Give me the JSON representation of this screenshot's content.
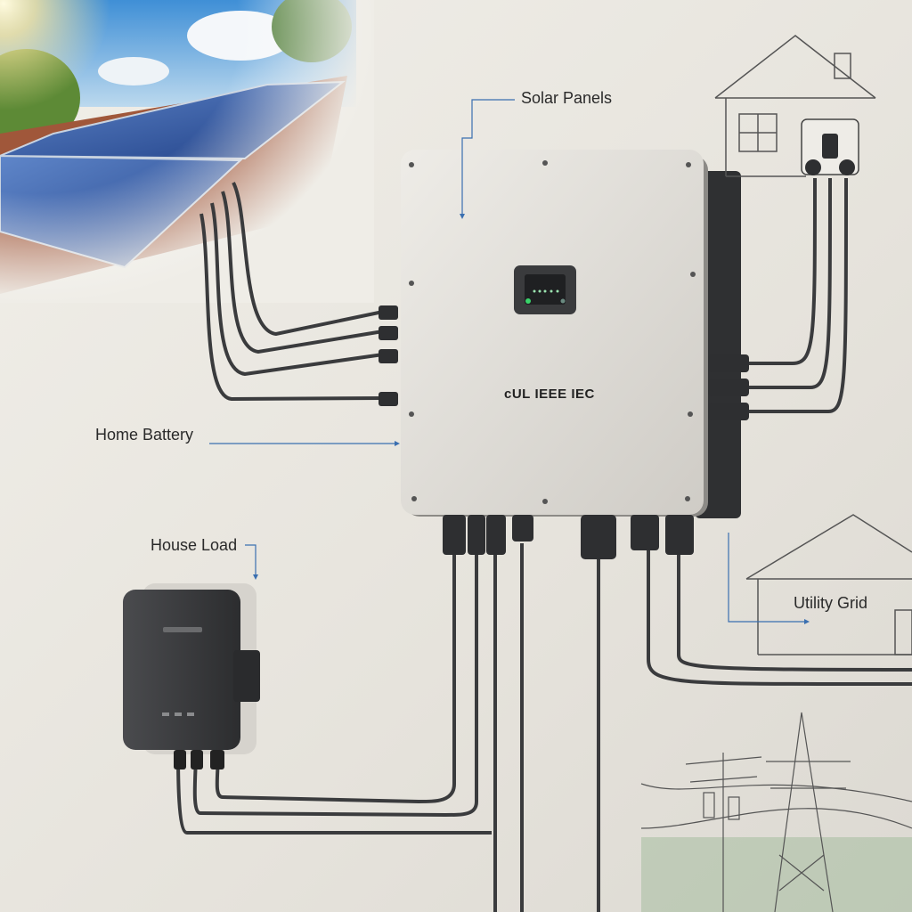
{
  "labels": {
    "solar_panels": "Solar Panels",
    "home_battery": "Home Battery",
    "house_load": "House Load",
    "utility_grid": "Utility Grid"
  },
  "inverter": {
    "certification_marks": "cUL IEEE IEC",
    "status_led_color": "#39d46a"
  },
  "colors": {
    "inverter_body": "#dedbd5",
    "cable": "#3a3b3d",
    "battery": "#3b3c3e",
    "leader_line": "#3a6fb0"
  }
}
